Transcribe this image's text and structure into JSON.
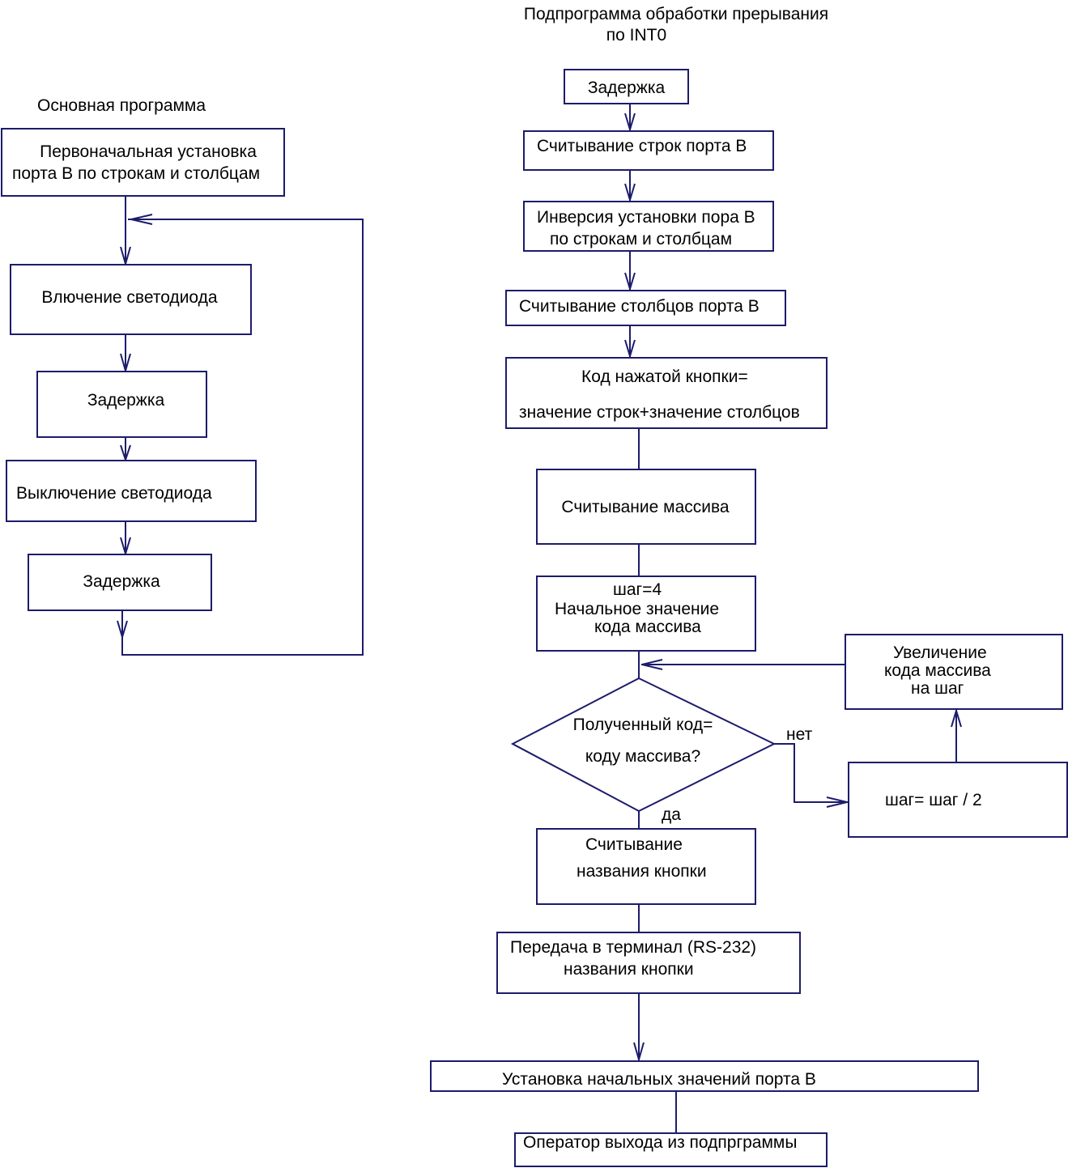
{
  "colors": {
    "line": "#1c1c6b",
    "text": "#000000",
    "background": "#ffffff"
  },
  "main": {
    "title": "Основная  программа",
    "init": [
      "Первоначальная установка",
      "порта В по строкам и столбцам"
    ],
    "led_on": "Влючение светодиода",
    "delay1": "Задержка",
    "led_off": "Выключение  светодиода",
    "delay2": "Задержка"
  },
  "isr": {
    "title": [
      "Подпрограмма обработки прерывания",
      "по INT0"
    ],
    "delay": "Задержка",
    "read_rows": "Считывание строк порта В",
    "invert": [
      "Инверсия установки пора В",
      "по строкам и столбцам"
    ],
    "read_cols": "Считывание столбцов порта В",
    "code": [
      "Код нажатой кнопки=",
      "значение строк+значение столбцов"
    ],
    "read_array": "Считывание массива",
    "step_init": [
      "шаг=4",
      "Начальное значение",
      "кода массива"
    ],
    "decision": [
      "Полученный код=",
      "коду массива?"
    ],
    "no": "нет",
    "yes": "да",
    "increase": [
      "Увеличение",
      "кода массива",
      "на шаг"
    ],
    "step_half": "шаг= шаг / 2",
    "read_name": [
      "Считывание",
      "названия кнопки"
    ],
    "transmit": [
      "Передача  в  терминал (RS-232)",
      "названия кнопки"
    ],
    "reset_port": "Установка начальных  значений порта В",
    "exit": "Оператор выхода из подпрграммы"
  }
}
